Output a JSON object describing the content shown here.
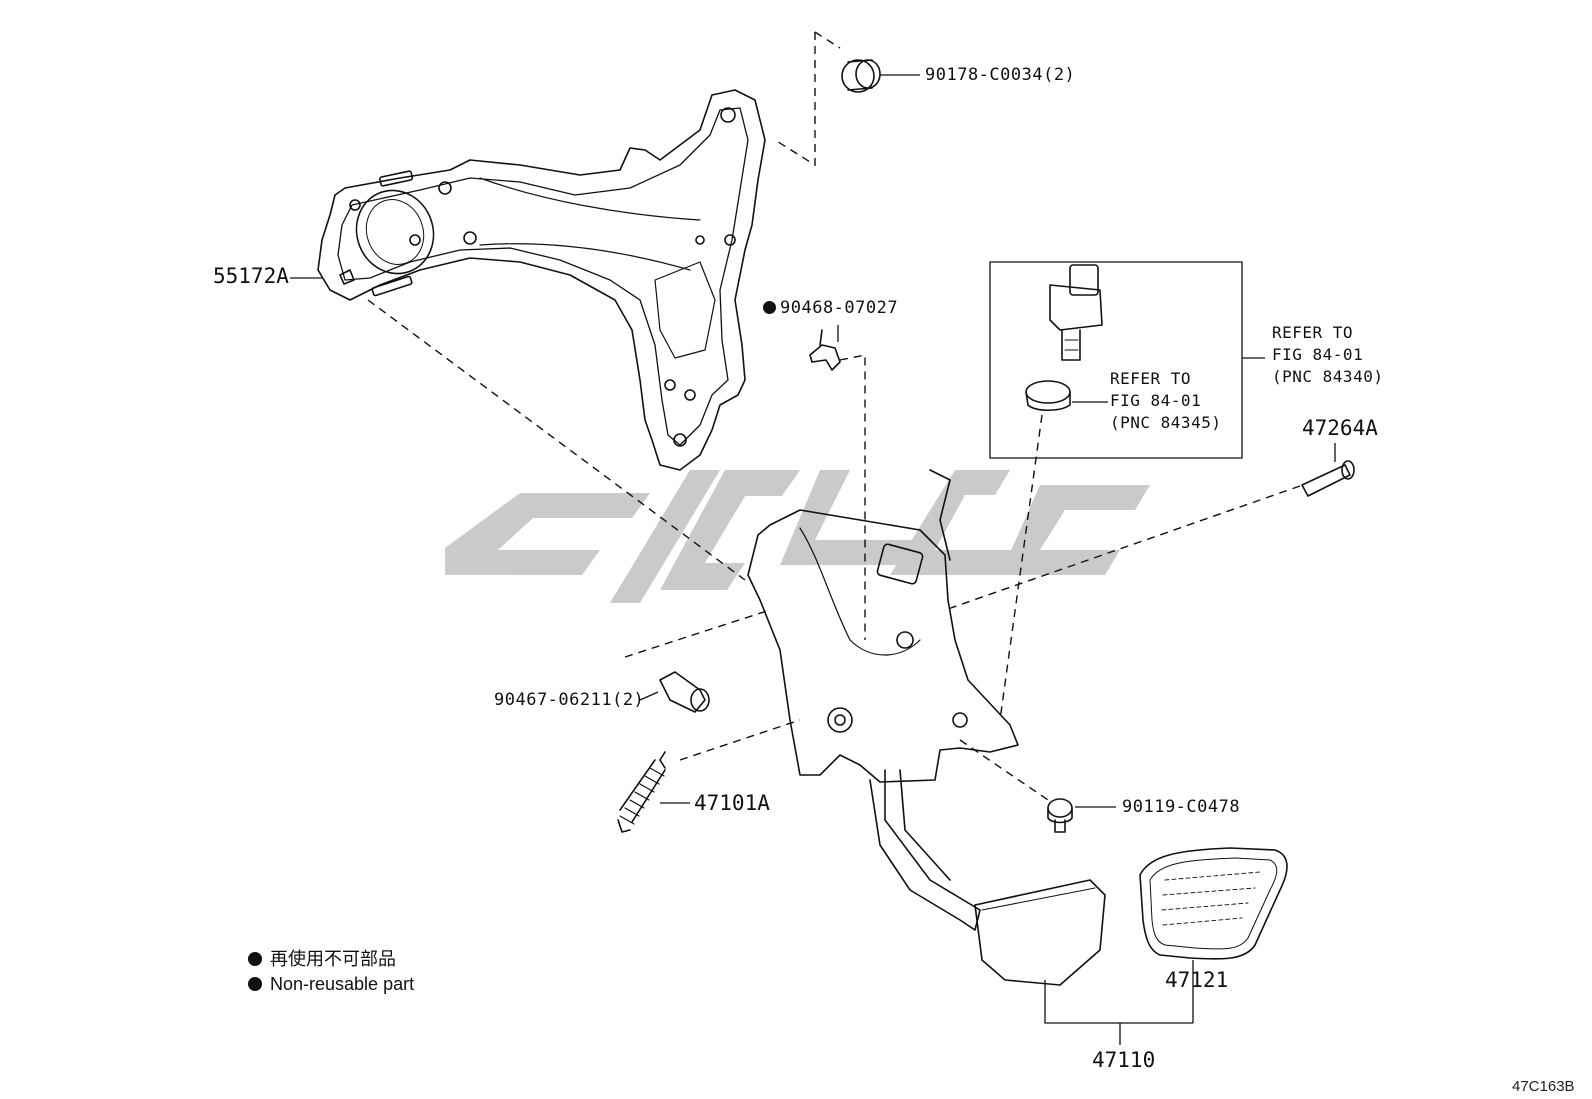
{
  "parts": {
    "bracket": "55172A",
    "cushion": "90178-C0034(2)",
    "clip": "90468-07027",
    "clip_nonreusable": true,
    "ref_switch_title": "REFER TO",
    "ref_switch_fig": "FIG 84-01",
    "ref_switch_pnc": "(PNC 84340)",
    "ref_nut_title": "REFER TO",
    "ref_nut_fig": "FIG 84-01",
    "ref_nut_pnc": "(PNC 84345)",
    "pin": "47264A",
    "bushing": "90467-06211(2)",
    "spring": "47101A",
    "bolt": "90119-C0478",
    "pad": "47121",
    "pedal_assy": "47110"
  },
  "legend": {
    "japanese": "再使用不可部品",
    "english": "Non-reusable part"
  },
  "figure_code": "47C163B",
  "watermark_color": "#c8c8c8"
}
